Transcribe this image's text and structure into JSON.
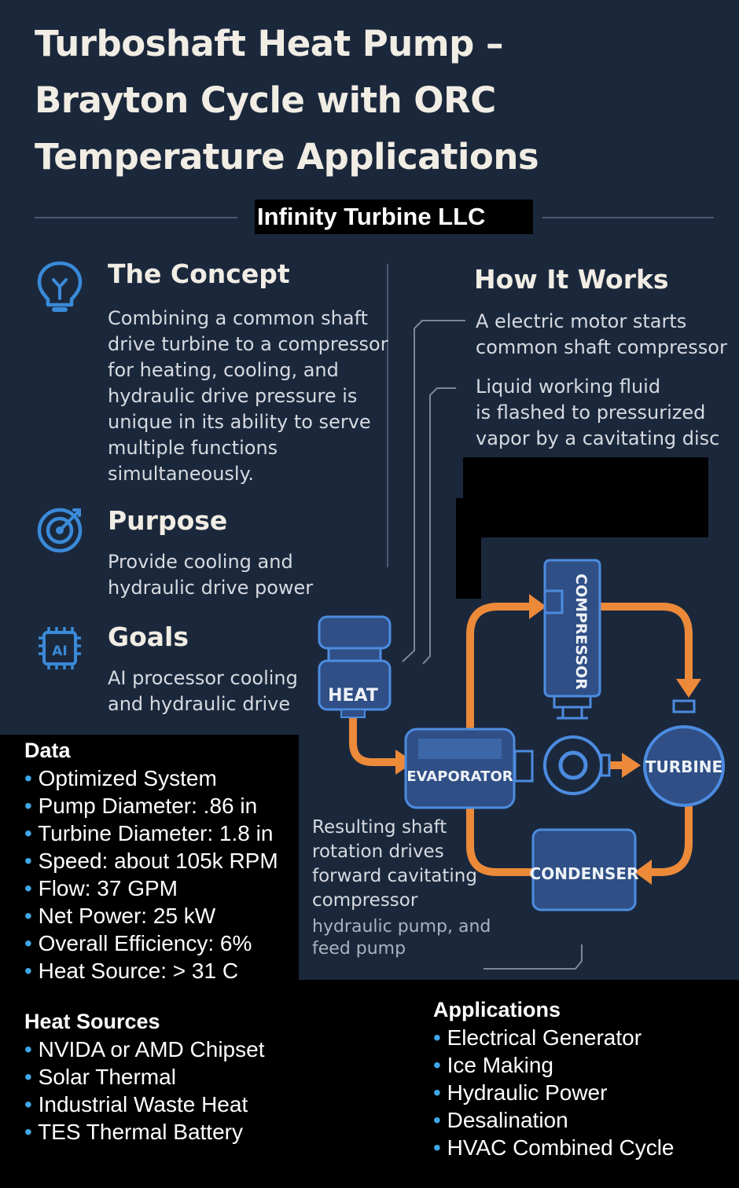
{
  "title": {
    "line1": "Turboshaft Heat Pump –",
    "line2": "Brayton Cycle with ORC",
    "line3": "Temperature Applications"
  },
  "company": "Infinity Turbine LLC",
  "concept": {
    "heading": "The Concept",
    "lines": [
      "Combining a common shaft",
      "drive turbine to a compressor",
      "for heating, cooling, and",
      "hydraulic drive pressure is",
      "unique in its ability to serve",
      "multiple functions",
      "simultaneously."
    ]
  },
  "purpose": {
    "heading": "Purpose",
    "lines": [
      "Provide cooling and",
      "hydraulic drive power"
    ]
  },
  "goals": {
    "heading": "Goals",
    "lines": [
      "AI processor cooling",
      "and hydraulic drive"
    ]
  },
  "how": {
    "heading": "How It Works",
    "step1": [
      "A electric motor starts",
      "common shaft compressor"
    ],
    "step2": [
      "Liquid working fluid",
      "is flashed to pressurized",
      "vapor by a cavitating disc"
    ]
  },
  "diagram": {
    "heat": "HEAT",
    "compressor": "COMPRESSOR",
    "evaporator": "EVAPORATOR",
    "turbine": "TURBINE",
    "condenser": "CONDENSER",
    "note_lines": [
      "Resulting shaft",
      "rotation drives",
      "forward cavitating",
      "compressor"
    ],
    "note2_lines": [
      "hydraulic pump, and",
      "feed pump"
    ]
  },
  "data_box": {
    "heading": "Data",
    "items": [
      "Optimized System",
      "Pump Diameter: .86 in",
      "Turbine Diameter: 1.8 in",
      "Speed: about 105k RPM",
      "Flow: 37 GPM",
      "Net Power: 25 kW",
      "Overall Efficiency: 6%",
      "Heat Source: > 31 C"
    ]
  },
  "heat_sources": {
    "heading": "Heat Sources",
    "items": [
      "NVIDA or AMD Chipset",
      "Solar Thermal",
      "Industrial Waste Heat",
      "TES Thermal Battery"
    ]
  },
  "applications": {
    "heading": "Applications",
    "items": [
      "Electrical Generator",
      "Ice Making",
      "Hydraulic Power",
      "Desalination",
      "HVAC Combined Cycle"
    ]
  },
  "colors": {
    "background": "#1b283c",
    "accent_blue": "#3a8ad8",
    "accent_orange": "#ec8a3a",
    "component_fill": "#2f4f86"
  }
}
